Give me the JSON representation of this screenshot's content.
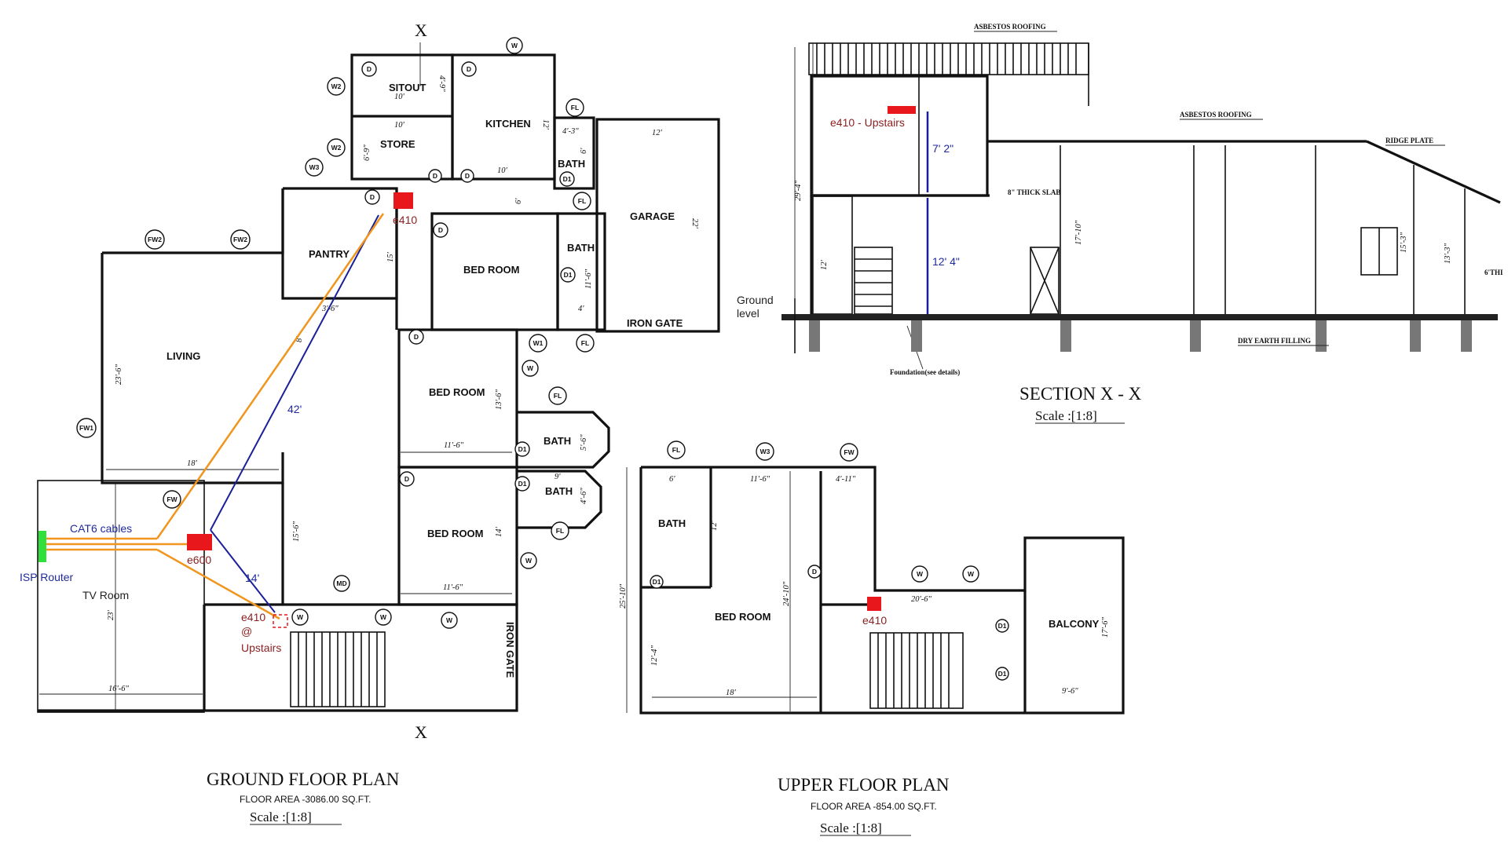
{
  "axis_marks": {
    "top": "X",
    "bottom": "X"
  },
  "ground_floor": {
    "title": "GROUND FLOOR PLAN",
    "area": "FLOOR AREA -3086.00 SQ.FT.",
    "scale": "Scale :[1:8]",
    "rooms": {
      "sitout": "SITOUT",
      "kitchen": "KITCHEN",
      "store": "STORE",
      "garage": "GARAGE",
      "pantry": "PANTRY",
      "bed1": "BED ROOM",
      "bath1": "BATH",
      "bath2": "BATH",
      "living": "LIVING",
      "bed2": "BED ROOM",
      "bath3": "BATH",
      "bath4": "BATH",
      "bed3": "BED ROOM",
      "iron_gate_right": "IRON GATE",
      "iron_gate_bottom": "IRON GATE"
    },
    "dims": {
      "d10a": "10'",
      "d4_9": "4'-9\"",
      "d10b": "10'",
      "d6_9": "6'-9\"",
      "d12k": "12'",
      "d4_3": "4'-3\"",
      "d10c": "10'",
      "d6a": "6'",
      "d6b": "6'",
      "d12g": "12'",
      "d22": "22'",
      "d15": "15'",
      "d11_6a": "11'-6\"",
      "d4": "4'",
      "d3_6": "3'-6\"",
      "d8": "8'",
      "d23_6": "23'-6\"",
      "d13_6": "13'-6\"",
      "d5_6": "5'-6\"",
      "d11_6b": "11'-6\"",
      "d18": "18'",
      "d9": "9'",
      "d4_6": "4'-6\"",
      "d14": "14'",
      "d15_6": "15'-6\"",
      "d11_6c": "11'-6\"",
      "d23": "23'",
      "d16_6": "16'-6\""
    },
    "tags": {
      "w": "W",
      "w1": "W1",
      "w2": "W2",
      "w3": "W3",
      "d": "D",
      "d1": "D1",
      "fl": "FL",
      "fw": "FW",
      "fw1": "FW1",
      "fw2": "FW2",
      "md": "MD"
    }
  },
  "upper_floor": {
    "title": "UPPER FLOOR PLAN",
    "area": "FLOOR AREA -854.00 SQ.FT.",
    "scale": "Scale :[1:8]",
    "rooms": {
      "bath": "BATH",
      "bed": "BED ROOM",
      "balcony": "BALCONY"
    },
    "dims": {
      "d6": "6'",
      "d11_6": "11'-6\"",
      "d4_11": "4'-11\"",
      "d12": "12'",
      "d25_10": "25'-10\"",
      "d24_10": "24'-10\"",
      "d20_6": "20'-6\"",
      "d17_6": "17'-6\"",
      "d12_4": "12'-4\"",
      "d18": "18'",
      "d9_6": "9'-6\""
    }
  },
  "section": {
    "title": "SECTION X - X",
    "scale": "Scale :[1:8]",
    "labels": {
      "asbestos1": "ASBESTOS ROOFING",
      "asbestos2": "ASBESTOS ROOFING",
      "ridge": "RIDGE PLATE",
      "slab": "8\" THICK SLAB",
      "earth": "DRY EARTH FILLING",
      "foundation": "Foundation(see details)",
      "ground": "Ground",
      "level": "level",
      "sixthi": "6'THI"
    },
    "dims": {
      "d29_4": "29'-4\"",
      "d17_10": "17'-10\"",
      "d12": "12'",
      "d15_3": "15'-3\"",
      "d13_3": "13'-3\""
    }
  },
  "network": {
    "cat6": "CAT6 cables",
    "isp_router": "ISP Router",
    "tv_room": "TV Room",
    "e600": "e600",
    "e410_pantry": "e410",
    "e410_upstairs": "e410",
    "at": "@",
    "upstairs": "Upstairs",
    "e410_upper": "e410",
    "e410_section": "e410 - Upstairs",
    "run_42": "42'",
    "run_14": "14'",
    "h_7_2": "7' 2\"",
    "h_12_4": "12' 4\"",
    "colors": {
      "orange": "#f0961e",
      "blue": "#1a1f9a",
      "red": "#e8171c",
      "green": "#2fe03a"
    }
  }
}
